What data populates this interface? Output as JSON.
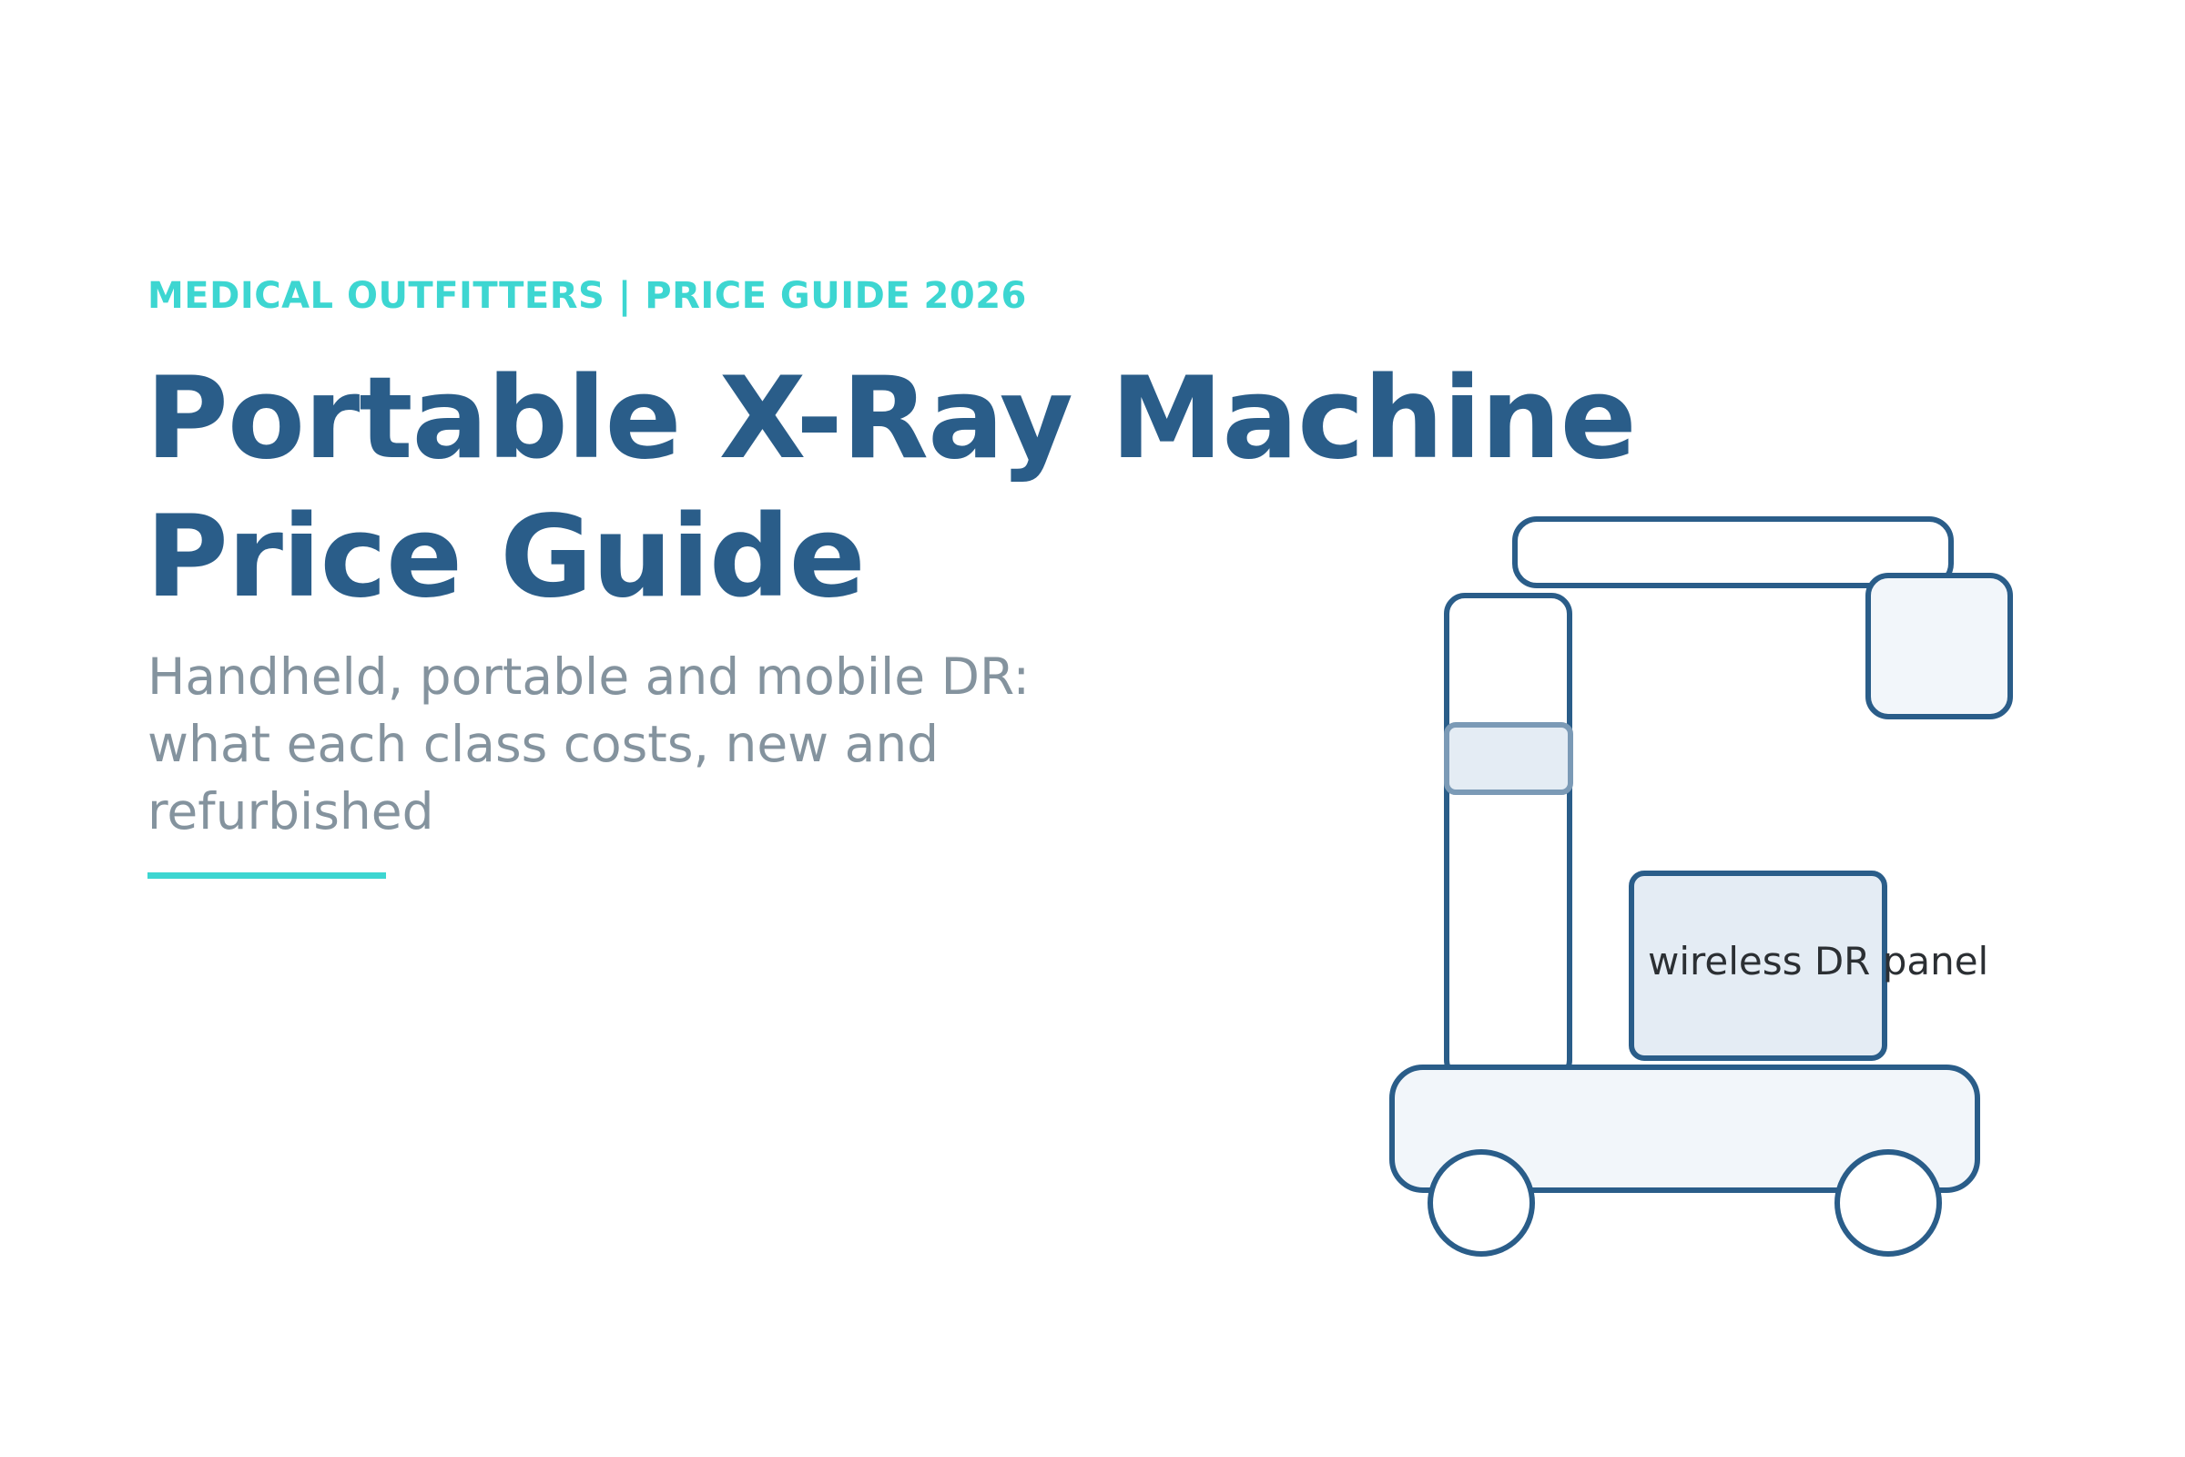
{
  "header": {
    "eyebrow": "MEDICAL OUTFITTERS  |  PRICE GUIDE 2026",
    "title_line_1": "Portable X-Ray Machine",
    "title_line_2": "Price Guide",
    "subtitle_line_1": "Handheld, portable and mobile DR:",
    "subtitle_line_2": "what each class costs, new and",
    "subtitle_line_3": "refurbished"
  },
  "illustration": {
    "panel_label": "wireless DR panel",
    "icon": "mobile-xray-cart-icon"
  },
  "colors": {
    "brand_navy": "#2a5d89",
    "accent_teal": "#3dd6d1",
    "subtitle_gray": "#84939e",
    "fill_light": "#f2f6fa",
    "fill_panel": "#e4ecf4",
    "band_stroke": "#7b9ab6"
  }
}
